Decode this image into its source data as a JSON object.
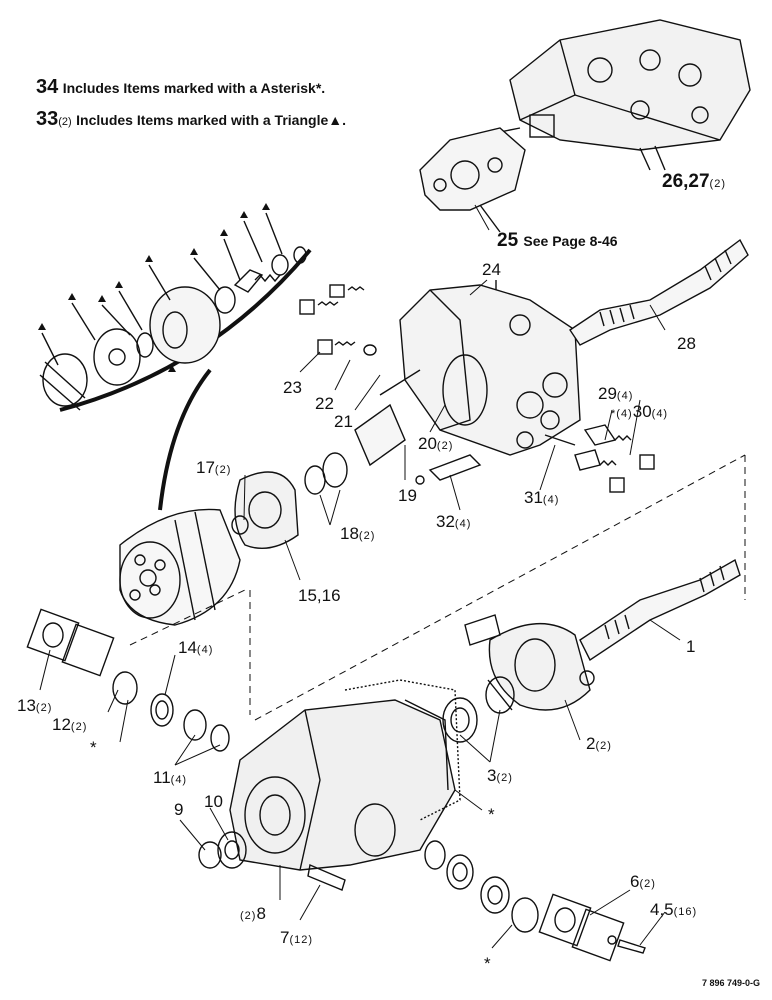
{
  "notes": [
    {
      "num": "34",
      "qty": "",
      "text": "Includes Items marked with a Asterisk",
      "mark": "*."
    },
    {
      "num": "33",
      "qty": "(2)",
      "text": "Includes Items marked with a Triangle",
      "mark": "▲."
    }
  ],
  "callouts": [
    {
      "id": "c25",
      "num": "25",
      "qty": "",
      "extra": "See Page 8-46"
    },
    {
      "id": "c26",
      "num": "26,27",
      "qty": "(2)"
    },
    {
      "id": "c24",
      "num": "24",
      "qty": ""
    },
    {
      "id": "c28",
      "num": "28",
      "qty": ""
    },
    {
      "id": "c23",
      "num": "23",
      "qty": ""
    },
    {
      "id": "c22",
      "num": "22",
      "qty": ""
    },
    {
      "id": "c21",
      "num": "21",
      "qty": ""
    },
    {
      "id": "c29",
      "num": "29",
      "qty": "(4)"
    },
    {
      "id": "c30",
      "num": "30",
      "qty": "(4)",
      "prefix": "*(4)"
    },
    {
      "id": "c20",
      "num": "20",
      "qty": "(2)"
    },
    {
      "id": "c17",
      "num": "17",
      "qty": "(2)"
    },
    {
      "id": "c19",
      "num": "19",
      "qty": ""
    },
    {
      "id": "c31",
      "num": "31",
      "qty": "(4)"
    },
    {
      "id": "c18",
      "num": "18",
      "qty": "(2)"
    },
    {
      "id": "c32",
      "num": "32",
      "qty": "(4)"
    },
    {
      "id": "c15",
      "num": "15,16",
      "qty": ""
    },
    {
      "id": "c14",
      "num": "14",
      "qty": "(4)"
    },
    {
      "id": "c1",
      "num": "1",
      "qty": ""
    },
    {
      "id": "c13",
      "num": "13",
      "qty": "(2)"
    },
    {
      "id": "c12",
      "num": "12",
      "qty": "(2)"
    },
    {
      "id": "c2",
      "num": "2",
      "qty": "(2)"
    },
    {
      "id": "c11",
      "num": "11",
      "qty": "(4)"
    },
    {
      "id": "c3",
      "num": "3",
      "qty": "(2)"
    },
    {
      "id": "c9",
      "num": "9",
      "qty": ""
    },
    {
      "id": "c10",
      "num": "10",
      "qty": ""
    },
    {
      "id": "c6",
      "num": "6",
      "qty": "(2)"
    },
    {
      "id": "c8",
      "num": "8",
      "qty": "(2)"
    },
    {
      "id": "c7",
      "num": "7",
      "qty": "(12)"
    },
    {
      "id": "c4",
      "num": "4,5",
      "qty": "(16)"
    }
  ],
  "drawing_code": "7 896 749-0-G"
}
